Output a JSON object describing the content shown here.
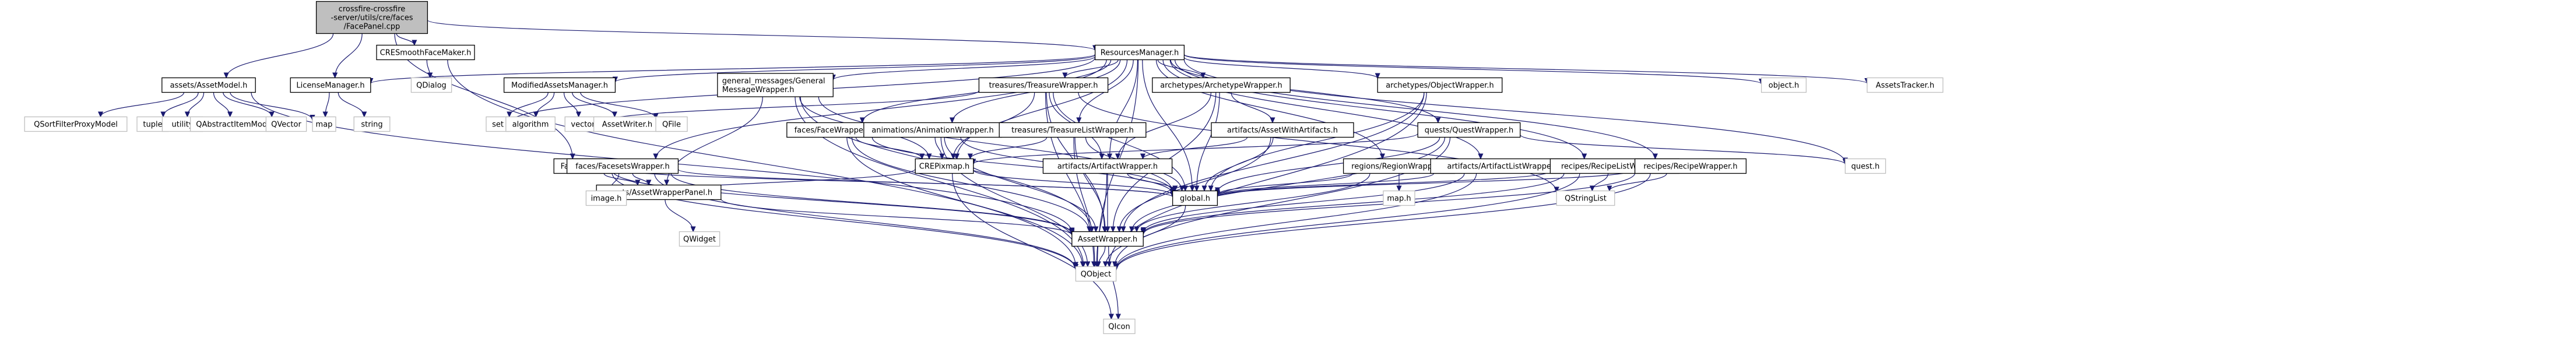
{
  "graph": {
    "nodes": [
      {
        "id": "root",
        "lines": [
          "crossfire-crossfire",
          "-server/utils/cre/faces",
          "/FacePanel.cpp"
        ],
        "kind": "root"
      },
      {
        "id": "assetmodel",
        "lines": [
          "assets/AssetModel.h"
        ],
        "kind": "local"
      },
      {
        "id": "license",
        "lines": [
          "LicenseManager.h"
        ],
        "kind": "local"
      },
      {
        "id": "cresmooth",
        "lines": [
          "CRESmoothFaceMaker.h"
        ],
        "kind": "local"
      },
      {
        "id": "resources",
        "lines": [
          "ResourcesManager.h"
        ],
        "kind": "local"
      },
      {
        "id": "facepanel",
        "lines": [
          "FacePanel.h"
        ],
        "kind": "local"
      },
      {
        "id": "modified",
        "lines": [
          "ModifiedAssetsManager.h"
        ],
        "kind": "local"
      },
      {
        "id": "genmsg",
        "lines": [
          "general_messages/General",
          "MessageWrapper.h"
        ],
        "kind": "local"
      },
      {
        "id": "facesetswrap",
        "lines": [
          "faces/FacesetsWrapper.h"
        ],
        "kind": "local"
      },
      {
        "id": "facewrap",
        "lines": [
          "faces/FaceWrapper.h"
        ],
        "kind": "local"
      },
      {
        "id": "animwrap",
        "lines": [
          "animations/AnimationWrapper.h"
        ],
        "kind": "local"
      },
      {
        "id": "treasurewrap",
        "lines": [
          "treasures/TreasureWrapper.h"
        ],
        "kind": "local"
      },
      {
        "id": "treasurelist",
        "lines": [
          "treasures/TreasureListWrapper.h"
        ],
        "kind": "local"
      },
      {
        "id": "archetypewrap",
        "lines": [
          "archetypes/ArchetypeWrapper.h"
        ],
        "kind": "local"
      },
      {
        "id": "assetartifacts",
        "lines": [
          "artifacts/AssetWithArtifacts.h"
        ],
        "kind": "local"
      },
      {
        "id": "objectwrap",
        "lines": [
          "archetypes/ObjectWrapper.h"
        ],
        "kind": "local"
      },
      {
        "id": "questwrap",
        "lines": [
          "quests/QuestWrapper.h"
        ],
        "kind": "local"
      },
      {
        "id": "artifactwrap",
        "lines": [
          "artifacts/ArtifactWrapper.h"
        ],
        "kind": "local"
      },
      {
        "id": "regionwrap",
        "lines": [
          "regions/RegionWrapper.h"
        ],
        "kind": "local"
      },
      {
        "id": "artifactlist",
        "lines": [
          "artifacts/ArtifactListWrapper.h"
        ],
        "kind": "local"
      },
      {
        "id": "recipelist",
        "lines": [
          "recipes/RecipeListWrapper.h"
        ],
        "kind": "local"
      },
      {
        "id": "recipewrap",
        "lines": [
          "recipes/RecipeWrapper.h"
        ],
        "kind": "local"
      },
      {
        "id": "crepixmap",
        "lines": [
          "CREPixmap.h"
        ],
        "kind": "local"
      },
      {
        "id": "assetwrappanel",
        "lines": [
          "assets/AssetWrapperPanel.h"
        ],
        "kind": "local"
      },
      {
        "id": "global",
        "lines": [
          "global.h"
        ],
        "kind": "local"
      },
      {
        "id": "assetwrapper",
        "lines": [
          "AssetWrapper.h"
        ],
        "kind": "local"
      },
      {
        "id": "qsortfilter",
        "lines": [
          "QSortFilterProxyModel"
        ],
        "kind": "system"
      },
      {
        "id": "tuple",
        "lines": [
          "tuple"
        ],
        "kind": "system"
      },
      {
        "id": "utility",
        "lines": [
          "utility"
        ],
        "kind": "system"
      },
      {
        "id": "qabstractitem",
        "lines": [
          "QAbstractItemModel"
        ],
        "kind": "system"
      },
      {
        "id": "qvector",
        "lines": [
          "QVector"
        ],
        "kind": "system"
      },
      {
        "id": "map",
        "lines": [
          "map"
        ],
        "kind": "system"
      },
      {
        "id": "string",
        "lines": [
          "string"
        ],
        "kind": "system"
      },
      {
        "id": "qdialog",
        "lines": [
          "QDialog"
        ],
        "kind": "system"
      },
      {
        "id": "set",
        "lines": [
          "set"
        ],
        "kind": "system"
      },
      {
        "id": "algorithm",
        "lines": [
          "algorithm"
        ],
        "kind": "system"
      },
      {
        "id": "vector",
        "lines": [
          "vector"
        ],
        "kind": "system"
      },
      {
        "id": "assetwriter",
        "lines": [
          "AssetWriter.h"
        ],
        "kind": "system"
      },
      {
        "id": "qfile",
        "lines": [
          "QFile"
        ],
        "kind": "system"
      },
      {
        "id": "objecth",
        "lines": [
          "object.h"
        ],
        "kind": "system"
      },
      {
        "id": "assetstracker",
        "lines": [
          "AssetsTracker.h"
        ],
        "kind": "system"
      },
      {
        "id": "questh",
        "lines": [
          "quest.h"
        ],
        "kind": "system"
      },
      {
        "id": "imageh",
        "lines": [
          "image.h"
        ],
        "kind": "system"
      },
      {
        "id": "mapsys",
        "lines": [
          "map.h"
        ],
        "kind": "system"
      },
      {
        "id": "qstringlist",
        "lines": [
          "QStringList"
        ],
        "kind": "system"
      },
      {
        "id": "qwidget",
        "lines": [
          "QWidget"
        ],
        "kind": "system"
      },
      {
        "id": "qobject",
        "lines": [
          "QObject"
        ],
        "kind": "system"
      },
      {
        "id": "qicon",
        "lines": [
          "QIcon"
        ],
        "kind": "system"
      }
    ],
    "edges": [
      [
        "root",
        "assetmodel"
      ],
      [
        "root",
        "license"
      ],
      [
        "root",
        "cresmooth"
      ],
      [
        "root",
        "resources"
      ],
      [
        "root",
        "facepanel"
      ],
      [
        "assetmodel",
        "qsortfilter"
      ],
      [
        "assetmodel",
        "tuple"
      ],
      [
        "assetmodel",
        "utility"
      ],
      [
        "assetmodel",
        "qabstractitem"
      ],
      [
        "assetmodel",
        "qvector"
      ],
      [
        "assetmodel",
        "map"
      ],
      [
        "assetmodel",
        "assetwrapper"
      ],
      [
        "license",
        "map"
      ],
      [
        "license",
        "string"
      ],
      [
        "cresmooth",
        "qdialog"
      ],
      [
        "cresmooth",
        "qobject"
      ],
      [
        "resources",
        "license"
      ],
      [
        "resources",
        "modified"
      ],
      [
        "resources",
        "genmsg"
      ],
      [
        "resources",
        "facesetswrap"
      ],
      [
        "resources",
        "facewrap"
      ],
      [
        "resources",
        "animwrap"
      ],
      [
        "resources",
        "treasurewrap"
      ],
      [
        "resources",
        "treasurelist"
      ],
      [
        "resources",
        "archetypewrap"
      ],
      [
        "resources",
        "objectwrap"
      ],
      [
        "resources",
        "questwrap"
      ],
      [
        "resources",
        "artifactwrap"
      ],
      [
        "resources",
        "regionwrap"
      ],
      [
        "resources",
        "artifactlist"
      ],
      [
        "resources",
        "recipelist"
      ],
      [
        "resources",
        "recipewrap"
      ],
      [
        "resources",
        "objecth"
      ],
      [
        "resources",
        "assetstracker"
      ],
      [
        "resources",
        "questh"
      ],
      [
        "resources",
        "global"
      ],
      [
        "resources",
        "qobject"
      ],
      [
        "resources",
        "set"
      ],
      [
        "resources",
        "crepixmap"
      ],
      [
        "modified",
        "set"
      ],
      [
        "modified",
        "algorithm"
      ],
      [
        "modified",
        "vector"
      ],
      [
        "modified",
        "assetwriter"
      ],
      [
        "modified",
        "qfile"
      ],
      [
        "genmsg",
        "assetwrapper"
      ],
      [
        "genmsg",
        "global"
      ],
      [
        "genmsg",
        "crepixmap"
      ],
      [
        "genmsg",
        "assetwrappanel"
      ],
      [
        "genmsg",
        "qobject"
      ],
      [
        "facesetswrap",
        "assetwrapper"
      ],
      [
        "facesetswrap",
        "global"
      ],
      [
        "facesetswrap",
        "imageh"
      ],
      [
        "facesetswrap",
        "assetwrappanel"
      ],
      [
        "facesetswrap",
        "qobject"
      ],
      [
        "facewrap",
        "assetwrapper"
      ],
      [
        "facewrap",
        "global"
      ],
      [
        "facewrap",
        "crepixmap"
      ],
      [
        "facewrap",
        "qobject"
      ],
      [
        "animwrap",
        "assetwrapper"
      ],
      [
        "animwrap",
        "global"
      ],
      [
        "animwrap",
        "crepixmap"
      ],
      [
        "animwrap",
        "qobject"
      ],
      [
        "treasurewrap",
        "assetwrapper"
      ],
      [
        "treasurewrap",
        "global"
      ],
      [
        "treasurewrap",
        "crepixmap"
      ],
      [
        "treasurewrap",
        "qstringlist"
      ],
      [
        "treasurewrap",
        "qobject"
      ],
      [
        "treasurewrap",
        "vector"
      ],
      [
        "treasurewrap",
        "artifactwrap"
      ],
      [
        "treasurelist",
        "assetwrapper"
      ],
      [
        "treasurelist",
        "global"
      ],
      [
        "treasurelist",
        "crepixmap"
      ],
      [
        "treasurelist",
        "qobject"
      ],
      [
        "archetypewrap",
        "assetwrapper"
      ],
      [
        "archetypewrap",
        "global"
      ],
      [
        "archetypewrap",
        "assetartifacts"
      ],
      [
        "archetypewrap",
        "artifactwrap"
      ],
      [
        "assetartifacts",
        "assetwrapper"
      ],
      [
        "assetartifacts",
        "global"
      ],
      [
        "assetartifacts",
        "artifactwrap"
      ],
      [
        "objectwrap",
        "assetwrapper"
      ],
      [
        "objectwrap",
        "global"
      ],
      [
        "objectwrap",
        "qobject"
      ],
      [
        "questwrap",
        "assetwrapper"
      ],
      [
        "questwrap",
        "global"
      ],
      [
        "questwrap",
        "questh"
      ],
      [
        "questwrap",
        "qobject"
      ],
      [
        "questwrap",
        "crepixmap"
      ],
      [
        "artifactwrap",
        "assetwrapper"
      ],
      [
        "artifactwrap",
        "global"
      ],
      [
        "artifactwrap",
        "qobject"
      ],
      [
        "regionwrap",
        "assetwrapper"
      ],
      [
        "regionwrap",
        "global"
      ],
      [
        "regionwrap",
        "mapsys"
      ],
      [
        "artifactlist",
        "assetwrapper"
      ],
      [
        "artifactlist",
        "global"
      ],
      [
        "artifactlist",
        "qobject"
      ],
      [
        "recipelist",
        "assetwrapper"
      ],
      [
        "recipelist",
        "global"
      ],
      [
        "recipelist",
        "qstringlist"
      ],
      [
        "recipelist",
        "qobject"
      ],
      [
        "recipewrap",
        "assetwrapper"
      ],
      [
        "recipewrap",
        "global"
      ],
      [
        "recipewrap",
        "qstringlist"
      ],
      [
        "recipewrap",
        "qobject"
      ],
      [
        "crepixmap",
        "imageh"
      ],
      [
        "crepixmap",
        "global"
      ],
      [
        "crepixmap",
        "qicon"
      ],
      [
        "assetwrappanel",
        "assetwrapper"
      ],
      [
        "assetwrappanel",
        "qwidget"
      ],
      [
        "facepanel",
        "assetwrappanel"
      ],
      [
        "facepanel",
        "assetwrapper"
      ],
      [
        "facepanel",
        "global"
      ],
      [
        "facepanel",
        "qobject"
      ],
      [
        "global",
        "qobject"
      ],
      [
        "assetwrapper",
        "qobject"
      ],
      [
        "assetwrapper",
        "qicon"
      ]
    ]
  }
}
